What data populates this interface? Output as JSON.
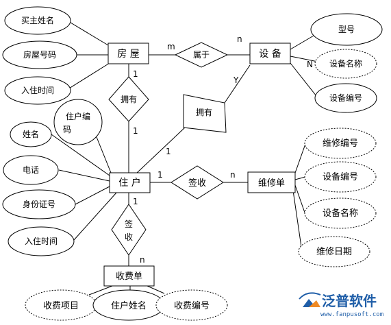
{
  "entities": {
    "house": "房 屋",
    "equipment": "设 备",
    "resident": "住 户",
    "repair_order": "维修单",
    "fee_bill": "收费单"
  },
  "relationships": {
    "belongs": "属于",
    "house_resident_has": "拥有",
    "resident_equipment_has": "拥有",
    "repair_sign": "签收",
    "fee_sign_1": "签",
    "fee_sign_2": "收"
  },
  "attributes": {
    "house": [
      "买主姓名",
      "房屋号码",
      "入住时间"
    ],
    "equipment": [
      "型号",
      "设备名称",
      "设备编号"
    ],
    "resident_code_1": "住户编",
    "resident_code_2": "码",
    "resident": [
      "姓名",
      "电话",
      "身份证号",
      "入住时间"
    ],
    "repair_order": [
      "维修编号",
      "设备编号",
      "设备名称",
      "维修日期"
    ],
    "fee_bill": [
      "收费项目",
      "住户姓名",
      "收费编号"
    ]
  },
  "cardinalities": {
    "house_belongs": "m",
    "equipment_belongs": "n",
    "equipment_N": "N",
    "equipment_has": "Y",
    "house_has": "1",
    "resident_has": "1",
    "resident_has_equipment": "1",
    "resident_repair": "1",
    "repair_n": "n",
    "resident_fee": "1",
    "fee_n": "n"
  },
  "logo": {
    "name": "泛普软件",
    "url": "www.fanpusoft.com"
  }
}
